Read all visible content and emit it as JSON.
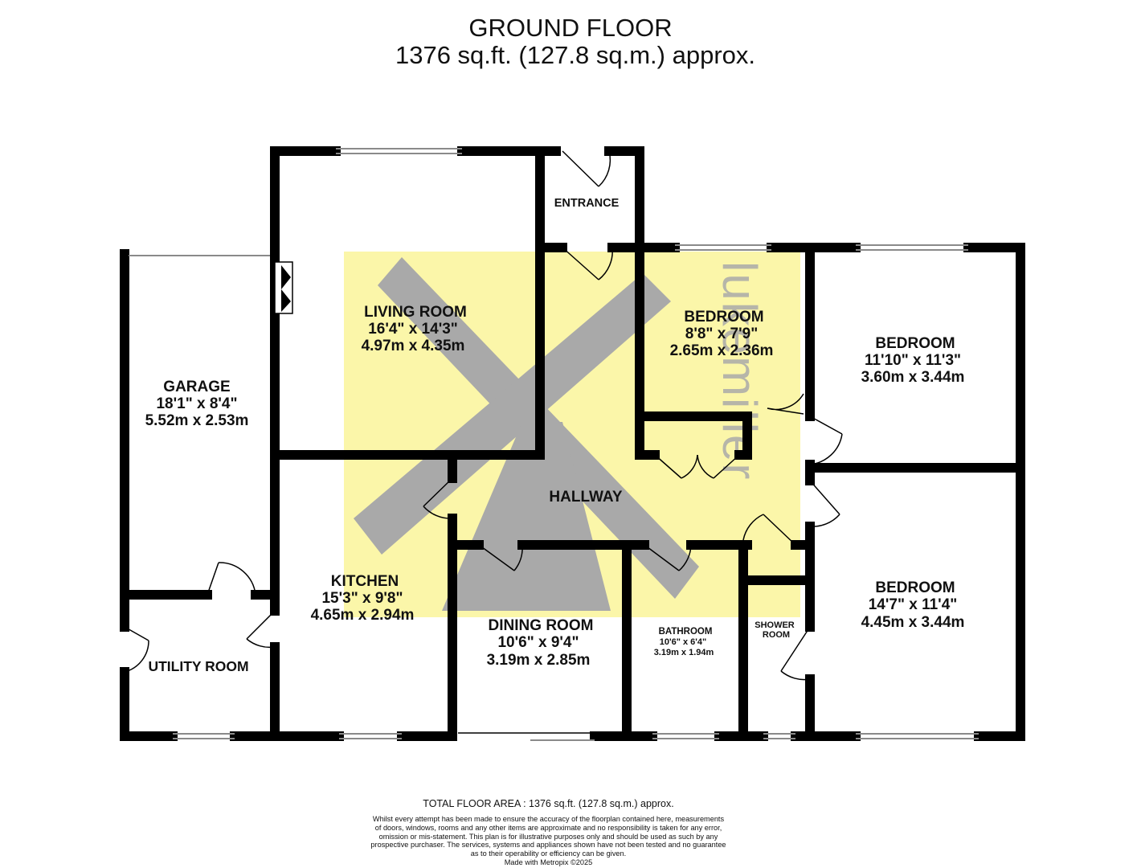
{
  "header": {
    "title": "GROUND FLOOR",
    "area": "1376 sq.ft. (127.8 sq.m.) approx."
  },
  "rooms": [
    {
      "id": "garage",
      "name": "GARAGE",
      "imperial": "18'1\"  x 8'4\"",
      "metric": "5.52m  x 2.53m"
    },
    {
      "id": "living-room",
      "name": "LIVING ROOM",
      "imperial": "16'4\"  x 14'3\"",
      "metric": "4.97m  x 4.35m"
    },
    {
      "id": "entrance",
      "name": "ENTRANCE"
    },
    {
      "id": "bedroom-small",
      "name": "BEDROOM",
      "imperial": "8'8\"  x 7'9\"",
      "metric": "2.65m  x 2.36m"
    },
    {
      "id": "bedroom-top-right",
      "name": "BEDROOM",
      "imperial": "11'10\"  x 11'3\"",
      "metric": "3.60m  x 3.44m"
    },
    {
      "id": "hallway",
      "name": "HALLWAY"
    },
    {
      "id": "kitchen",
      "name": "KITCHEN",
      "imperial": "15'3\"  x 9'8\"",
      "metric": "4.65m  x 2.94m"
    },
    {
      "id": "utility-room",
      "name": "UTILITY ROOM"
    },
    {
      "id": "dining-room",
      "name": "DINING ROOM",
      "imperial": "10'6\"  x 9'4\"",
      "metric": "3.19m  x 2.85m"
    },
    {
      "id": "bathroom",
      "name": "BATHROOM",
      "imperial": "10'6\"  x 6'4\"",
      "metric": "3.19m  x 1.94m"
    },
    {
      "id": "shower-room",
      "name": "SHOWER",
      "name2": "ROOM"
    },
    {
      "id": "bedroom-bottom-right",
      "name": "BEDROOM",
      "imperial": "14'7\"  x 11'4\"",
      "metric": "4.45m  x 3.44m"
    }
  ],
  "watermark": {
    "text": "lukemiller",
    "highlight_color": "#fbf6a9",
    "logo_color": "#a9a9a9"
  },
  "footer": {
    "total": "TOTAL FLOOR AREA : 1376 sq.ft. (127.8 sq.m.) approx.",
    "disclaimer": [
      "Whilst every attempt has been made to ensure the accuracy of the floorplan contained here, measurements",
      "of doors, windows, rooms and any other items are approximate and no responsibility is taken for any error,",
      "omission or mis-statement. This plan is for illustrative purposes only and should be used as such by any",
      "prospective purchaser. The services, systems and appliances shown have not been tested and no guarantee",
      "as to their operability or efficiency can be given."
    ],
    "made_with": "Made with Metropix ©2025"
  },
  "colors": {
    "wall": "#000000",
    "window": "#9a9a9a",
    "text": "#111111"
  }
}
